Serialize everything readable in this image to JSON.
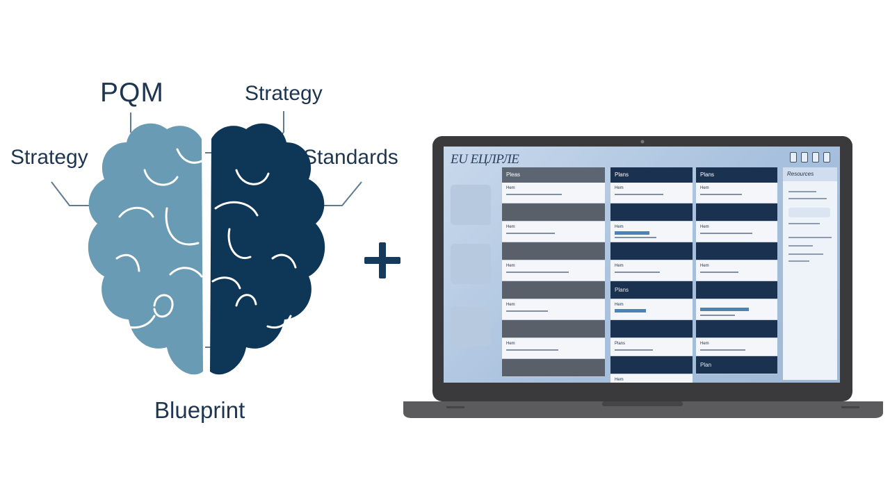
{
  "labels": {
    "pqm": "PQM",
    "strategy_top": "Strategy",
    "strategy_left": "Strategy",
    "standards": "Standards",
    "blueprint": "Blueprint"
  },
  "connector": {
    "symbol": "+"
  },
  "colors": {
    "left_hemisphere": "#6a9bb4",
    "right_hemisphere": "#0e3656",
    "label_text": "#1e3550",
    "plus_sign": "#163a5c",
    "laptop_bezel": "#3a3a3c",
    "laptop_base": "#5b5b5e"
  },
  "laptop": {
    "screen_title": "EU ЕЦЛРЛЕ",
    "panel_title": "Resources",
    "columns": [
      {
        "header": "Pleas",
        "rows": [
          "Hem",
          "Hem",
          "Hem",
          "Hem",
          "Hem"
        ]
      },
      {
        "header": "Plans",
        "rows": [
          "Hem",
          "Hem",
          "Hem",
          "Plans",
          "Hem",
          "Plans",
          "Hem"
        ]
      },
      {
        "header": "Plans",
        "rows": [
          "Hem",
          "Hem",
          "Hem",
          "Hem",
          "Plan"
        ]
      }
    ]
  }
}
